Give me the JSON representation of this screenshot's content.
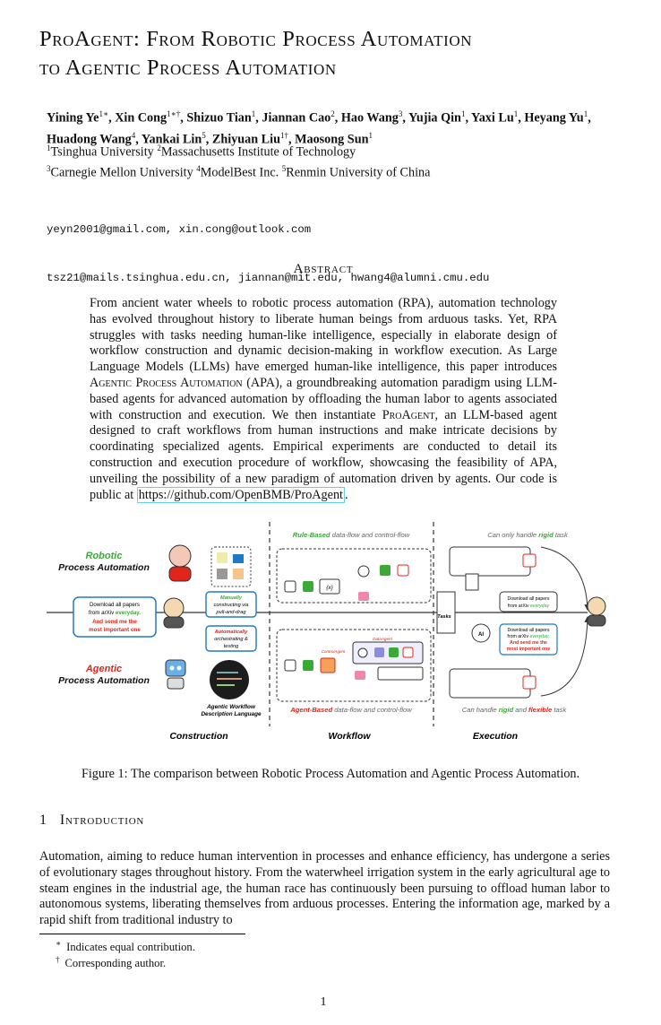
{
  "paper": {
    "title_line1": "ProAgent: From Robotic Process Automation",
    "title_line2": "to Agentic Process Automation",
    "authors": [
      {
        "name": "Yining Ye",
        "sup": "1∗"
      },
      {
        "name": "Xin Cong",
        "sup": "1∗†"
      },
      {
        "name": "Shizuo Tian",
        "sup": "1"
      },
      {
        "name": "Jiannan Cao",
        "sup": "2"
      },
      {
        "name": "Hao Wang",
        "sup": "3"
      },
      {
        "name": "Yujia Qin",
        "sup": "1"
      },
      {
        "name": "Yaxi Lu",
        "sup": "1"
      },
      {
        "name": "Heyang Yu",
        "sup": "1"
      },
      {
        "name": "Huadong Wang",
        "sup": "4"
      },
      {
        "name": "Yankai Lin",
        "sup": "5"
      },
      {
        "name": "Zhiyuan Liu",
        "sup": "1†"
      },
      {
        "name": "Maosong Sun",
        "sup": "1"
      }
    ],
    "affiliations": [
      {
        "sup": "1",
        "name": "Tsinghua University"
      },
      {
        "sup": "2",
        "name": "Massachusetts Institute of Technology"
      },
      {
        "sup": "3",
        "name": "Carnegie Mellon University"
      },
      {
        "sup": "4",
        "name": "ModelBest Inc."
      },
      {
        "sup": "5",
        "name": "Renmin University of China"
      }
    ],
    "emails_line1": "yeyn2001@gmail.com, xin.cong@outlook.com",
    "emails_line2": "tsz21@mails.tsinghua.edu.cn, jiannan@mit.edu, hwang4@alumni.cmu.edu",
    "abstract_heading": "Abstract",
    "abstract_p1": "From ancient water wheels to robotic process automation (RPA), automation technology has evolved throughout history to liberate human beings from arduous tasks. Yet, RPA struggles with tasks needing human-like intelligence, especially in elaborate design of workflow construction and dynamic decision-making in workflow execution. As Large Language Models (LLMs) have emerged human-like intelligence, this paper introduces ",
    "abstract_apa": "Agentic Process Automation",
    "abstract_p2": " (APA), a groundbreaking automation paradigm using LLM-based agents for advanced automation by offloading the human labor to agents associated with construction and execution. We then instantiate ",
    "abstract_proagent": "ProAgent",
    "abstract_p3": ", an LLM-based agent designed to craft workflows from human instructions and make intricate decisions by coordinating specialized agents. Empirical experiments are conducted to detail its construction and execution procedure of workflow, showcasing the feasibility of APA, unveiling the possibility of a new paradigm of automation driven by agents. Our code is public at ",
    "abstract_link": "https://github.com/OpenBMB/ProAgent",
    "abstract_end": ".",
    "figure": {
      "robotic_label_1": "Robotic",
      "robotic_label_2": "Process Automation",
      "agentic_label_1": "Agentic",
      "agentic_label_2": "Process Automation",
      "rule_based": "Rule-Based",
      "rule_rest": " data-flow and control-flow",
      "agent_based": "Agent-Based",
      "agent_rest": " data-flow and control-flow",
      "rigid_pre": "Can only handle ",
      "rigid_word": "rigid",
      "rigid_post": " task",
      "flex_pre": "Can handle ",
      "flex_rigid": "rigid",
      "flex_and": " and ",
      "flex_word": "flexible",
      "flex_post": " task",
      "bubble_1": "Download all papers",
      "bubble_2": "from arXiv ",
      "bubble_everyday": "everyday.",
      "bubble_3": "And send me the",
      "bubble_4": "most important one",
      "manual_1": "Manually",
      "manual_2": "constructing via",
      "manual_3": "pull-and-drag",
      "auto_1": "Automatically",
      "auto_2": "orchestrating &",
      "auto_3": "testing",
      "awdl_1": "Agentic Workflow",
      "awdl_2": "Description Language",
      "tasks": "Tasks",
      "r_bubble_1": "Download all papers",
      "r_bubble_2": "from arXiv ",
      "r_bubble_everyday": "everyday",
      "r2_1": "Download all papers",
      "r2_2": "from arXiv ",
      "r2_everyday": "everyday.",
      "r2_3": "And send me the",
      "r2_4": "most important one",
      "control_agent": "ControlAgent",
      "data_agent": "DataAgent",
      "col_construction": "Construction",
      "col_workflow": "Workflow",
      "col_execution": "Execution",
      "code_text": "{x}",
      "colors": {
        "green": "#3aa935",
        "red": "#e0251b",
        "blue": "#1e78c8",
        "gray": "#666666"
      }
    },
    "figure_caption": "Figure 1: The comparison between Robotic Process Automation and Agentic Process Automation.",
    "section_num": "1",
    "section_title": "Introduction",
    "intro_text": "Automation, aiming to reduce human intervention in processes and enhance efficiency, has undergone a series of evolutionary stages throughout history. From the waterwheel irrigation system in the early agricultural age to steam engines in the industrial age, the human race has continuously been pursuing to offload human labor to autonomous systems, liberating themselves from arduous processes. Entering the information age, marked by a rapid shift from traditional industry to",
    "footnote_1_mark": "∗",
    "footnote_1": "Indicates equal contribution.",
    "footnote_2_mark": "†",
    "footnote_2": "Corresponding author.",
    "page_number": "1"
  }
}
